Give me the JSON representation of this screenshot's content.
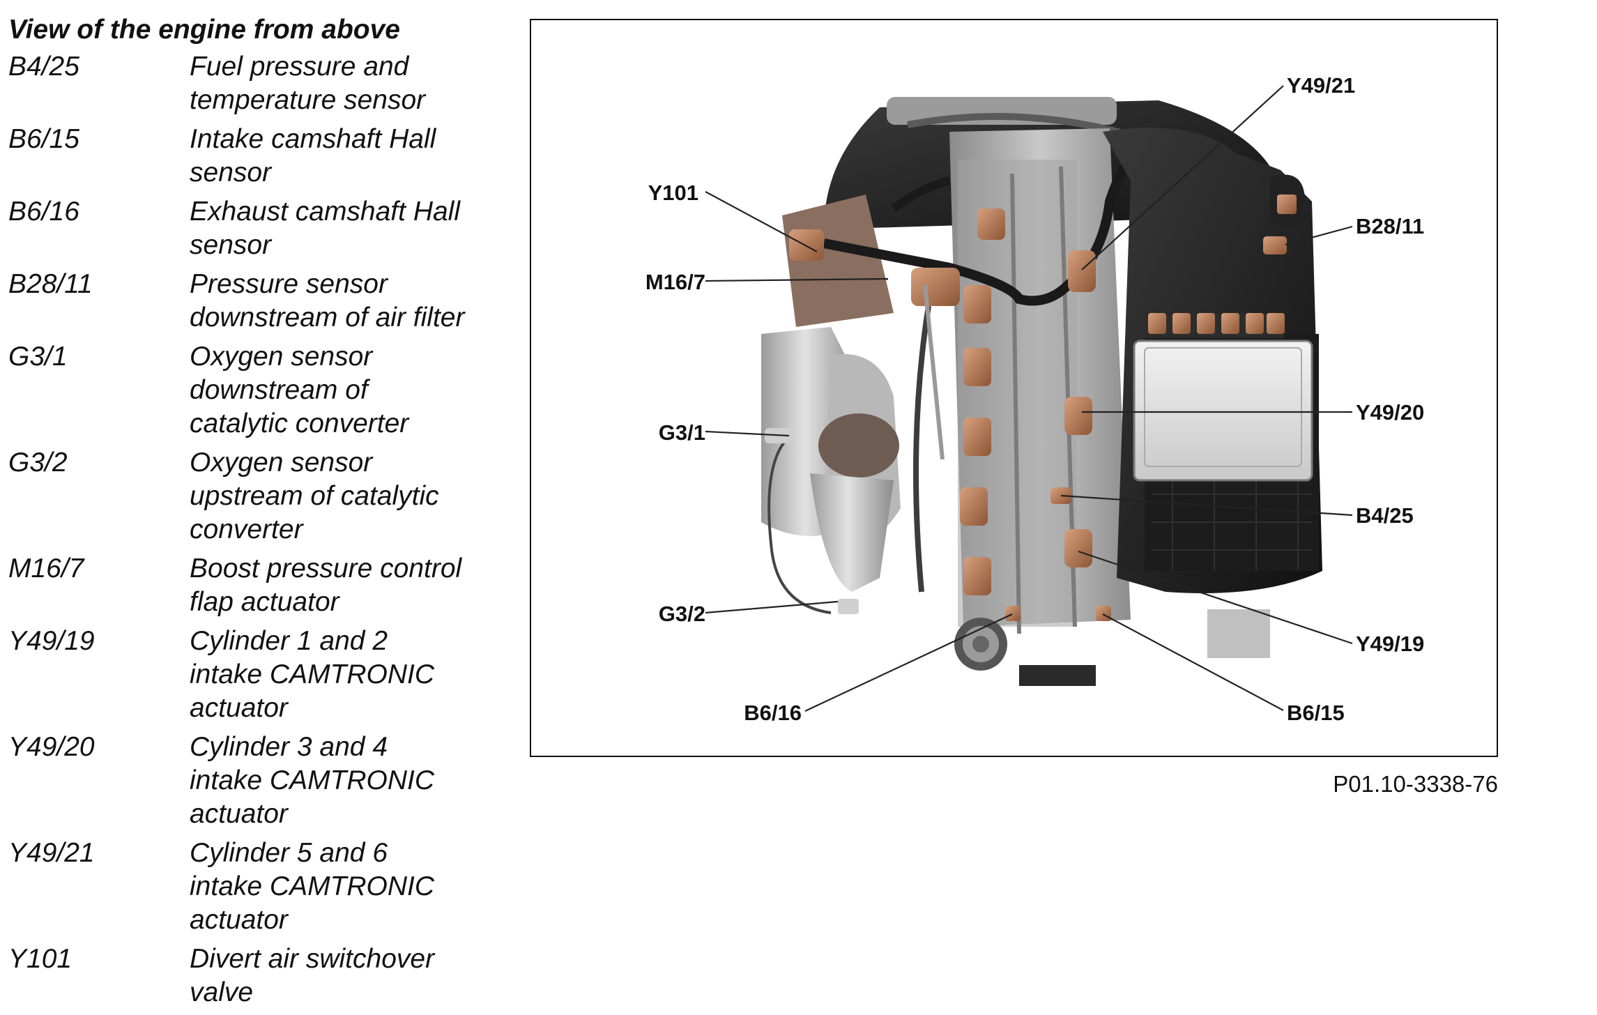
{
  "legend": {
    "title": "View of the engine from above",
    "items": [
      {
        "code": "B4/25",
        "lines": [
          "Fuel pressure and",
          "temperature sensor"
        ]
      },
      {
        "code": "B6/15",
        "lines": [
          "Intake camshaft Hall",
          "sensor"
        ]
      },
      {
        "code": "B6/16",
        "lines": [
          "Exhaust camshaft Hall",
          "sensor"
        ]
      },
      {
        "code": "B28/11",
        "lines": [
          "Pressure sensor",
          "downstream of air filter"
        ]
      },
      {
        "code": "G3/1",
        "lines": [
          "Oxygen sensor",
          "downstream of",
          "catalytic converter"
        ]
      },
      {
        "code": "G3/2",
        "lines": [
          "Oxygen sensor",
          "upstream of catalytic",
          "converter"
        ]
      },
      {
        "code": "M16/7",
        "lines": [
          "Boost pressure control",
          "flap actuator"
        ]
      },
      {
        "code": "Y49/19",
        "lines": [
          "Cylinder 1 and 2",
          "intake CAMTRONIC",
          "actuator"
        ]
      },
      {
        "code": "Y49/20",
        "lines": [
          "Cylinder 3 and 4",
          "intake CAMTRONIC",
          "actuator"
        ]
      },
      {
        "code": "Y49/21",
        "lines": [
          "Cylinder 5 and 6",
          "intake CAMTRONIC",
          "actuator"
        ]
      },
      {
        "code": "Y101",
        "lines": [
          "Divert air switchover",
          "valve"
        ]
      }
    ]
  },
  "figure": {
    "reference": "P01.10-3338-76",
    "callouts": {
      "y101": "Y101",
      "m16_7": "M16/7",
      "g3_1": "G3/1",
      "g3_2": "G3/2",
      "b6_16": "B6/16",
      "y49_21": "Y49/21",
      "b28_11": "B28/11",
      "y49_20": "Y49/20",
      "b4_25": "B4/25",
      "y49_19": "Y49/19",
      "b6_15": "B6/15"
    }
  }
}
